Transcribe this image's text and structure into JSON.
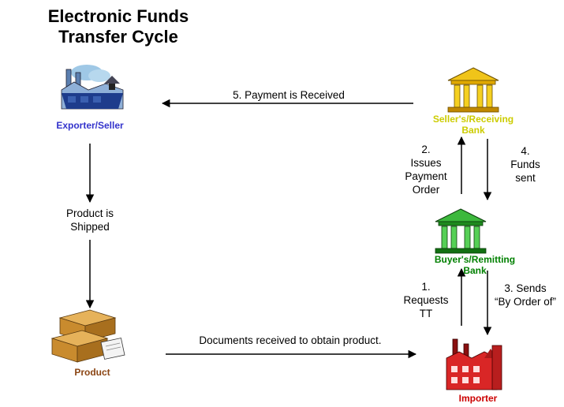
{
  "title": {
    "line1": "Electronic Funds",
    "line2": "Transfer Cycle"
  },
  "nodes": {
    "exporter": {
      "label": "Exporter/Seller",
      "color": "#3333cc"
    },
    "sellers_bank": {
      "line1": "Seller's/Receiving",
      "line2": "Bank",
      "color": "#cccc00"
    },
    "buyers_bank": {
      "line1": "Buyer's/Remitting",
      "line2": "Bank",
      "color": "#008000"
    },
    "product": {
      "label": "Product",
      "color": "#8b4513"
    },
    "importer": {
      "label": "Importer",
      "color": "#cc0000"
    }
  },
  "edges": {
    "payment_received": "5. Payment is Received",
    "issues_payment": {
      "line1": "2.",
      "line2": "Issues",
      "line3": "Payment",
      "line4": "Order"
    },
    "funds_sent": {
      "line1": "4.",
      "line2": "Funds",
      "line3": "sent"
    },
    "product_shipped": {
      "line1": "Product is",
      "line2": "Shipped"
    },
    "requests_tt": {
      "line1": "1.",
      "line2": "Requests",
      "line3": "TT"
    },
    "sends_by_order": {
      "line1": "3. Sends",
      "line2": "“By Order of”"
    },
    "documents": "Documents received to obtain product."
  }
}
